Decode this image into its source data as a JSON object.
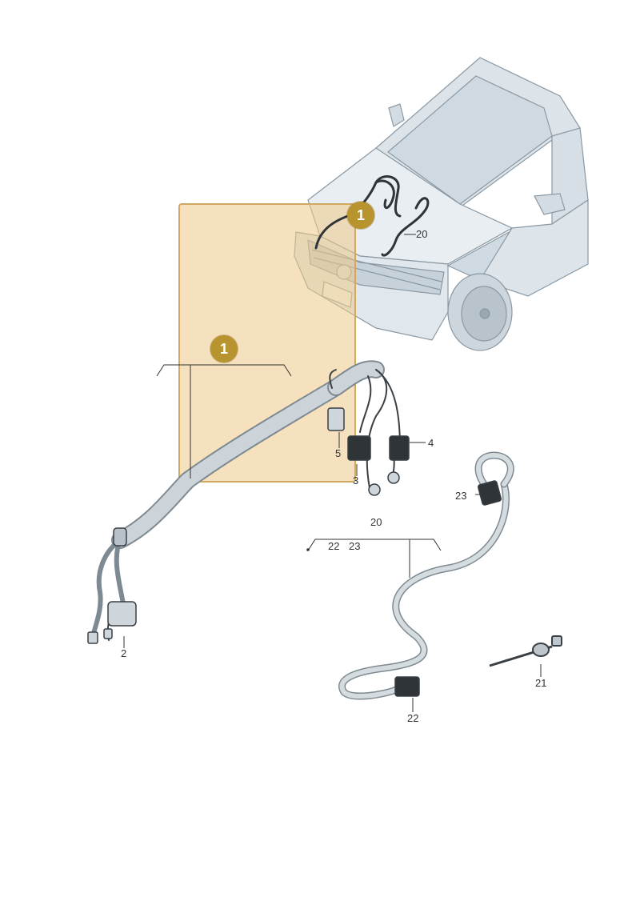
{
  "colors": {
    "badge": "#b8942f",
    "highlight_fill": "rgba(236, 200, 135, 0.55)",
    "highlight_border": "#d1a862",
    "cable": "#c9d1d6",
    "cable_dark": "#3a3f44",
    "car_fill": "#e3eaef",
    "car_line": "#8a98a3"
  },
  "badges": {
    "main": "1",
    "car": "1"
  },
  "labels": {
    "p2": "2",
    "p3": "3",
    "p4": "4",
    "p5": "5",
    "p20_car": "20",
    "p20_group": "20",
    "p21": "21",
    "p22_group": "22",
    "p23_group": "23",
    "p22_connector": "22",
    "p23_connector": "23"
  }
}
